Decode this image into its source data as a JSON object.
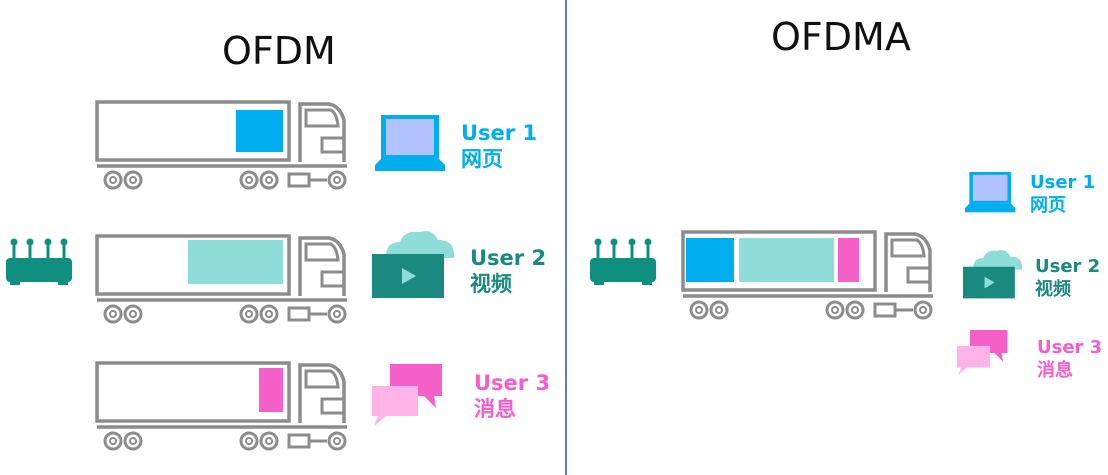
{
  "ofdm": {
    "title": "OFDM",
    "users": [
      {
        "name": "User 1",
        "desc": "网页"
      },
      {
        "name": "User 2",
        "desc": "视频"
      },
      {
        "name": "User 3",
        "desc": "消息"
      }
    ]
  },
  "ofdma": {
    "title": "OFDMA",
    "users": [
      {
        "name": "User 1",
        "desc": "网页"
      },
      {
        "name": "User 2",
        "desc": "视频"
      },
      {
        "name": "User 3",
        "desc": "消息"
      }
    ]
  },
  "colors": {
    "user1": "#00aeef",
    "user2": "#8fddd8",
    "user3": "#f45fc8",
    "video": "#1a8a80",
    "router": "#0f8f80",
    "truck": "#8c8c8c",
    "laptop_screen": "#b3c3ff",
    "chat_light": "#ffb3e6",
    "divider": "#5b7fa6"
  },
  "icons": [
    "router-icon",
    "truck-icon",
    "laptop-icon",
    "video-cloud-icon",
    "chat-bubbles-icon"
  ]
}
